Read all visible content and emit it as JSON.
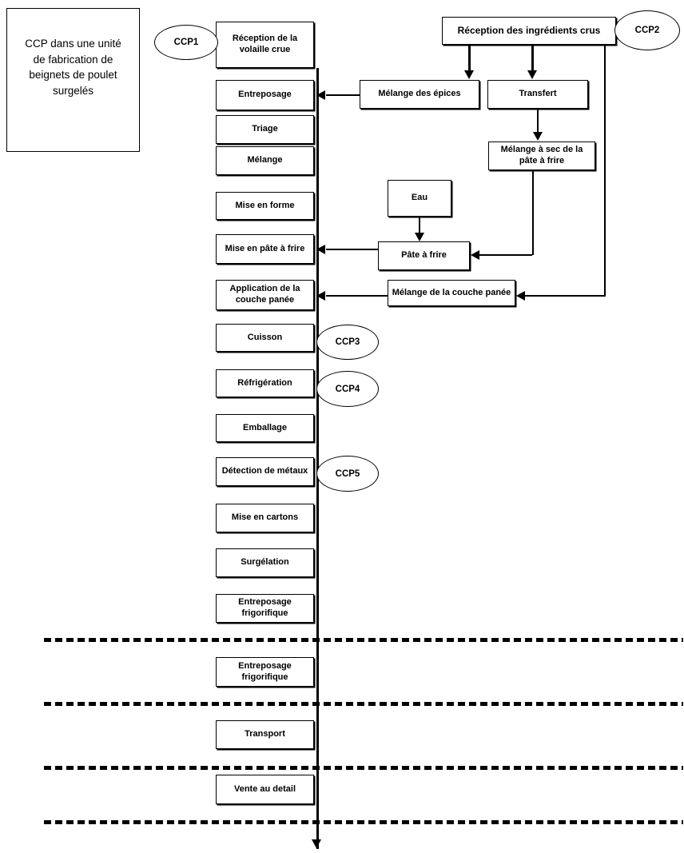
{
  "diagram": {
    "title": "CCP dans une unité de fabrication de beignets de poulet surgelés",
    "type": "flowchart",
    "colors": {
      "line": "#000000",
      "fill": "#ffffff",
      "text": "#000000"
    }
  },
  "title_box": {
    "lines": [
      "CCP dans une unité",
      "de fabrication de",
      "beignets de poulet",
      "surgelés"
    ]
  },
  "ccp_markers": [
    {
      "label": "CCP1"
    },
    {
      "label": "CCP2"
    },
    {
      "label": "CCP3"
    },
    {
      "label": "CCP4"
    },
    {
      "label": "CCP5"
    }
  ],
  "main_flow": [
    {
      "label": "Réception de la volaille crue"
    },
    {
      "label": "Entreposage"
    },
    {
      "label": "Triage"
    },
    {
      "label": "Mélange"
    },
    {
      "label": "Mise en forme"
    },
    {
      "label": "Mise en pâte à frire"
    },
    {
      "label": "Application de la couche panée"
    },
    {
      "label": "Cuisson"
    },
    {
      "label": "Réfrigération"
    },
    {
      "label": "Emballage"
    },
    {
      "label": "Détection de métaux"
    },
    {
      "label": "Mise en cartons"
    },
    {
      "label": "Surgélation"
    },
    {
      "label": "Entreposage frigorifique"
    },
    {
      "label": "Entreposage frigorifique"
    },
    {
      "label": "Transport"
    },
    {
      "label": "Vente au detail"
    }
  ],
  "ingredient_flow": [
    {
      "label": "Réception des ingrédients crus"
    },
    {
      "label": "Mélange des épices"
    },
    {
      "label": "Transfert"
    },
    {
      "label": "Mélange à sec de la pâte à frire"
    },
    {
      "label": "Eau"
    },
    {
      "label": "Pâte à frire"
    },
    {
      "label": "Mélange de la couche panée"
    }
  ],
  "separators": [
    {
      "name": "boundary-1"
    },
    {
      "name": "boundary-2"
    },
    {
      "name": "boundary-3"
    },
    {
      "name": "boundary-4"
    }
  ]
}
